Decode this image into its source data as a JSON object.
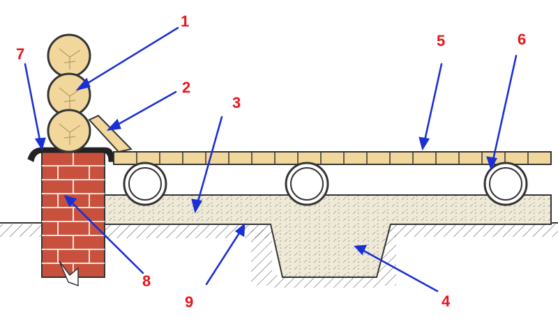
{
  "diagram": {
    "callouts": [
      {
        "id": "1",
        "label": "1"
      },
      {
        "id": "2",
        "label": "2"
      },
      {
        "id": "3",
        "label": "3"
      },
      {
        "id": "4",
        "label": "4"
      },
      {
        "id": "5",
        "label": "5"
      },
      {
        "id": "6",
        "label": "6"
      },
      {
        "id": "7",
        "label": "7"
      },
      {
        "id": "8",
        "label": "8"
      },
      {
        "id": "9",
        "label": "9"
      }
    ],
    "colors": {
      "label": "#e8141b",
      "arrow": "#1a2fd6",
      "brick": "#c8503c",
      "brick_mortar": "#f2e9e0",
      "wood": "#f1d79c",
      "concrete": "#efe9d8",
      "ground_hatch": "#222222"
    },
    "structure": {
      "logs_count": 3,
      "pipes_count": 3,
      "floor_boards_count": 19
    }
  }
}
